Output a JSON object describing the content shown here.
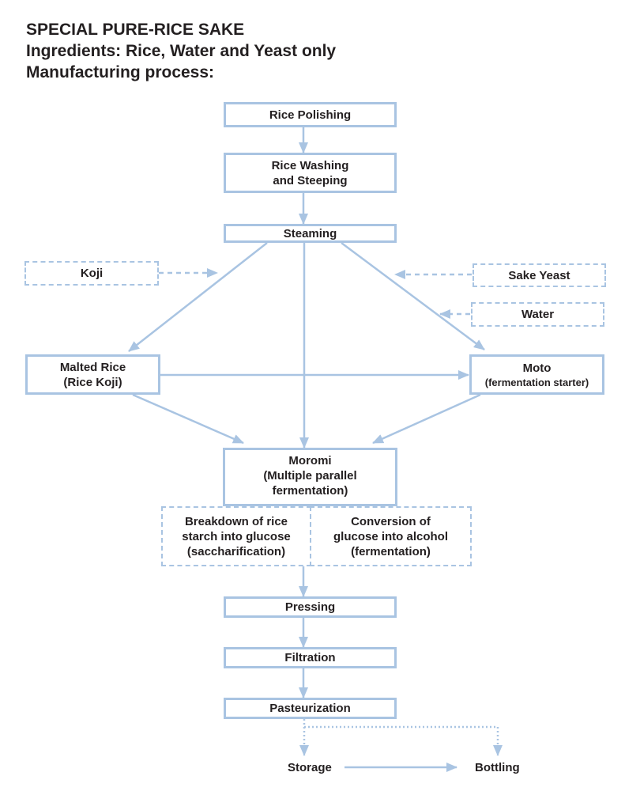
{
  "header": {
    "title": "SPECIAL PURE-RICE SAKE",
    "ingredients": "Ingredients:  Rice, Water and Yeast only",
    "process": "Manufacturing process:"
  },
  "steps": {
    "rice_polishing": "Rice Polishing",
    "rice_washing_1": "Rice Washing",
    "rice_washing_2": "and Steeping",
    "steaming": "Steaming",
    "koji": "Koji",
    "sake_yeast": "Sake Yeast",
    "water": "Water",
    "malted_rice_1": "Malted Rice",
    "malted_rice_2": "(Rice Koji)",
    "moto_1": "Moto",
    "moto_2": "(fermentation starter)",
    "moromi_1": "Moromi",
    "moromi_2": "(Multiple parallel",
    "moromi_3": "fermentation)",
    "saccharification_1": "Breakdown of rice",
    "saccharification_2": "starch into glucose",
    "saccharification_3": "(saccharification)",
    "fermentation_1": "Conversion of",
    "fermentation_2": "glucose into alcohol",
    "fermentation_3": "(fermentation)",
    "pressing": "Pressing",
    "filtration": "Filtration",
    "pasteurization": "Pasteurization",
    "storage": "Storage",
    "bottling": "Bottling"
  },
  "colors": {
    "line": "#a9c4e2",
    "text": "#231f20"
  }
}
